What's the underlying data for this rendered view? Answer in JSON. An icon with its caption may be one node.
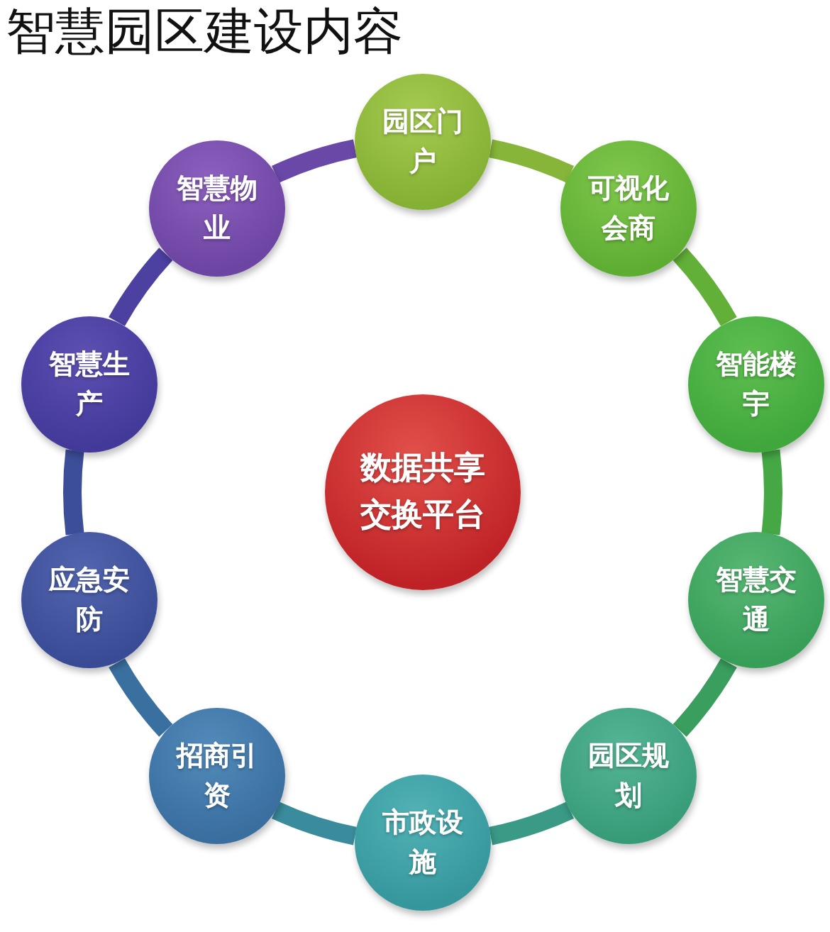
{
  "diagram": {
    "title": "智慧园区建设内容",
    "nodes": [
      {
        "text": [
          "园区门户"
        ]
      },
      {
        "text": [
          "可视化会商"
        ]
      },
      {
        "text": [
          "智能楼宇"
        ]
      },
      {
        "text": [
          "智慧交通"
        ]
      },
      {
        "text": [
          "园区规划"
        ]
      },
      {
        "text": [
          "市政设施"
        ]
      },
      {
        "text": [
          "招商引资"
        ]
      },
      {
        "text": [
          "应急安防"
        ]
      },
      {
        "text": [
          "智慧生产"
        ]
      },
      {
        "text": [
          "智慧物业"
        ]
      },
      {
        "text": [
          "数据共享交换平台"
        ]
      }
    ],
    "edges": [
      {
        "from": 0,
        "to": 1,
        "arrow": "none",
        "color": "#86b53a"
      },
      {
        "from": 1,
        "to": 2,
        "arrow": "none",
        "color": "#62b038"
      },
      {
        "from": 2,
        "to": 3,
        "arrow": "none",
        "color": "#45a845"
      },
      {
        "from": 3,
        "to": 4,
        "arrow": "none",
        "color": "#3a9e5e"
      },
      {
        "from": 4,
        "to": 5,
        "arrow": "none",
        "color": "#3a9a86"
      },
      {
        "from": 5,
        "to": 6,
        "arrow": "none",
        "color": "#3a8c9c"
      },
      {
        "from": 6,
        "to": 7,
        "arrow": "none",
        "color": "#3a70a0"
      },
      {
        "from": 7,
        "to": 8,
        "arrow": "none",
        "color": "#3c4e98"
      },
      {
        "from": 8,
        "to": 9,
        "arrow": "none",
        "color": "#4c40a0"
      },
      {
        "from": 9,
        "to": 0,
        "arrow": "none",
        "color": "#6a48a8"
      }
    ]
  }
}
